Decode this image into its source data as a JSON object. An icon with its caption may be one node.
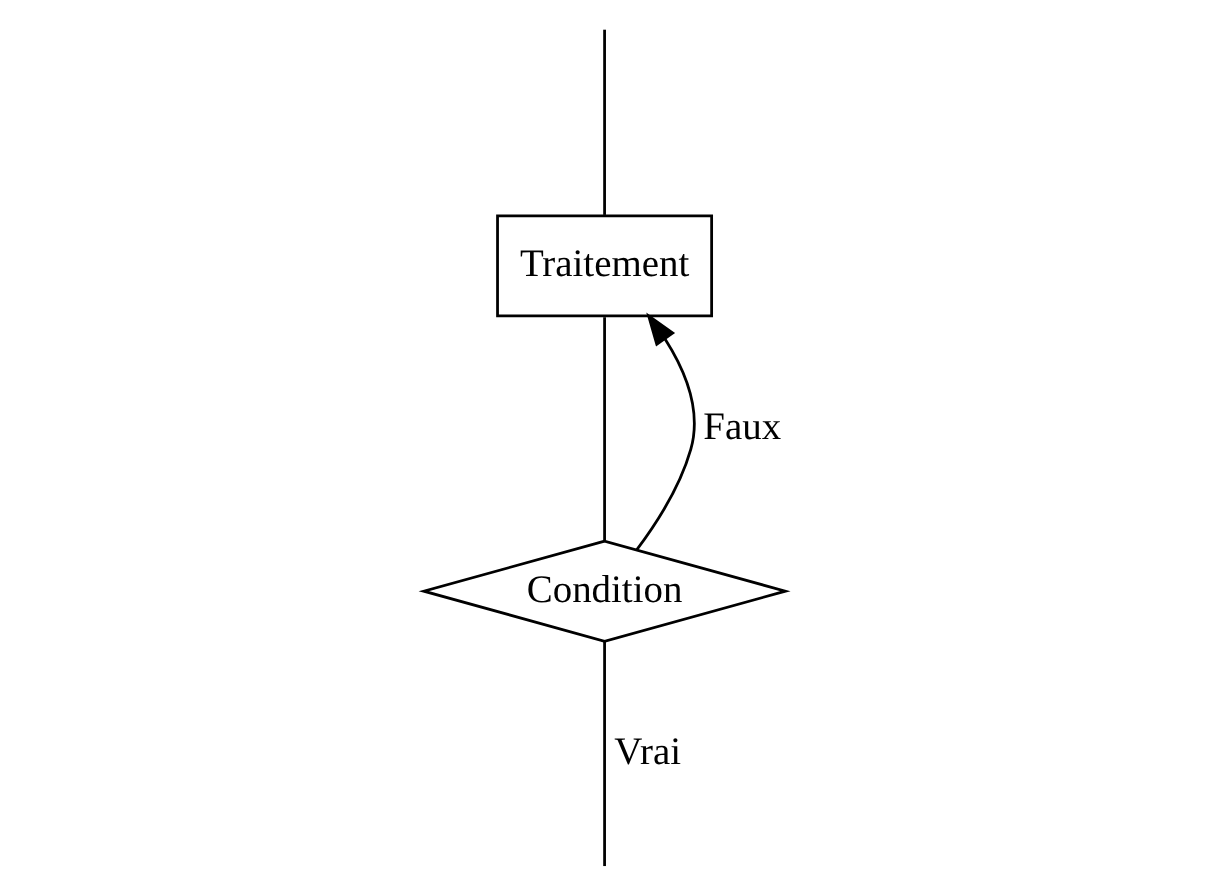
{
  "diagram": {
    "nodes": [
      {
        "text": [
          "Traitement"
        ]
      },
      {
        "text": [
          "Condition"
        ]
      }
    ],
    "edges": [
      {
        "from": null,
        "to": 0,
        "arrow": "none"
      },
      {
        "from": 0,
        "to": 1,
        "arrow": "none"
      },
      {
        "from": 1,
        "to": 0,
        "arrow": "to",
        "label": "Faux"
      },
      {
        "from": 1,
        "to": null,
        "arrow": "none",
        "label": "Vrai"
      }
    ]
  }
}
